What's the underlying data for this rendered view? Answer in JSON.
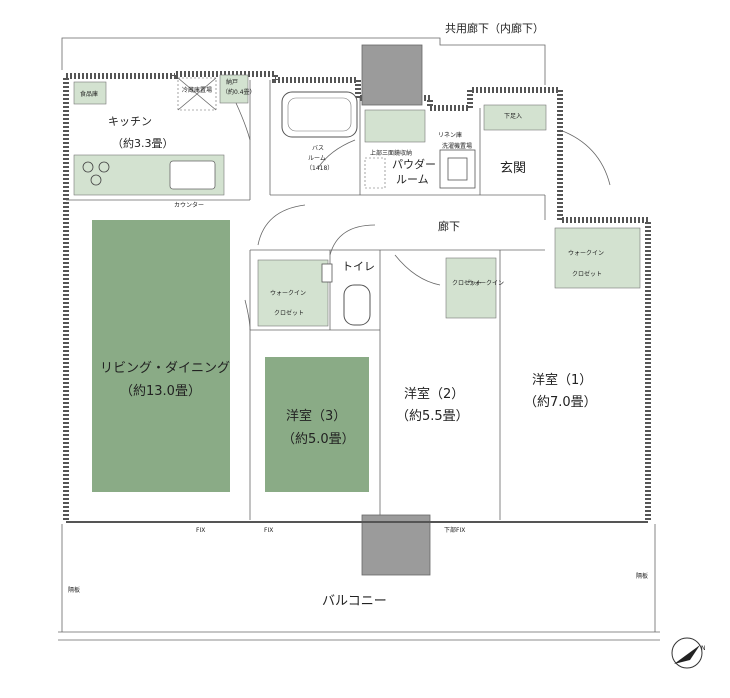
{
  "labels": {
    "corridor_common": "共用廊下（内廊下）",
    "kitchen": "キッチン",
    "kitchen_size": "（約3.3畳）",
    "pantry": "食品庫",
    "fridge": "冷蔵庫置場",
    "storage": "納戸",
    "storage_size": "（約0.4畳）",
    "counter": "カウンター",
    "bathroom": "バス",
    "bathroom2": "ルーム",
    "bathroom_size": "（1418）",
    "linen": "リネン庫",
    "shoe": "下足入",
    "powder": "パウダー",
    "powder2": "ルーム",
    "washer": "洗濯機置場",
    "entrance": "玄関",
    "hall": "廊下",
    "toilet": "トイレ",
    "walk_in": "ウォークイン",
    "closet": "クロゼット",
    "walk_in_v": "ウォークイン",
    "closet_v": "クロゼット",
    "living": "リビング・ダイニング",
    "living_size": "（約13.0畳）",
    "room3": "洋室（3）",
    "room3_size": "（約5.0畳）",
    "room2": "洋室（2）",
    "room2_size": "（約5.5畳）",
    "room1": "洋室（1）",
    "room1_size": "（約7.0畳）",
    "balcony": "バルコニー",
    "fix1": "FIX",
    "fix2": "FIX",
    "fix3": "下部FIX",
    "partition_l": "隔板",
    "partition_r": "隔板",
    "upper_storage": "上部三面鏡収納",
    "north": "N"
  }
}
